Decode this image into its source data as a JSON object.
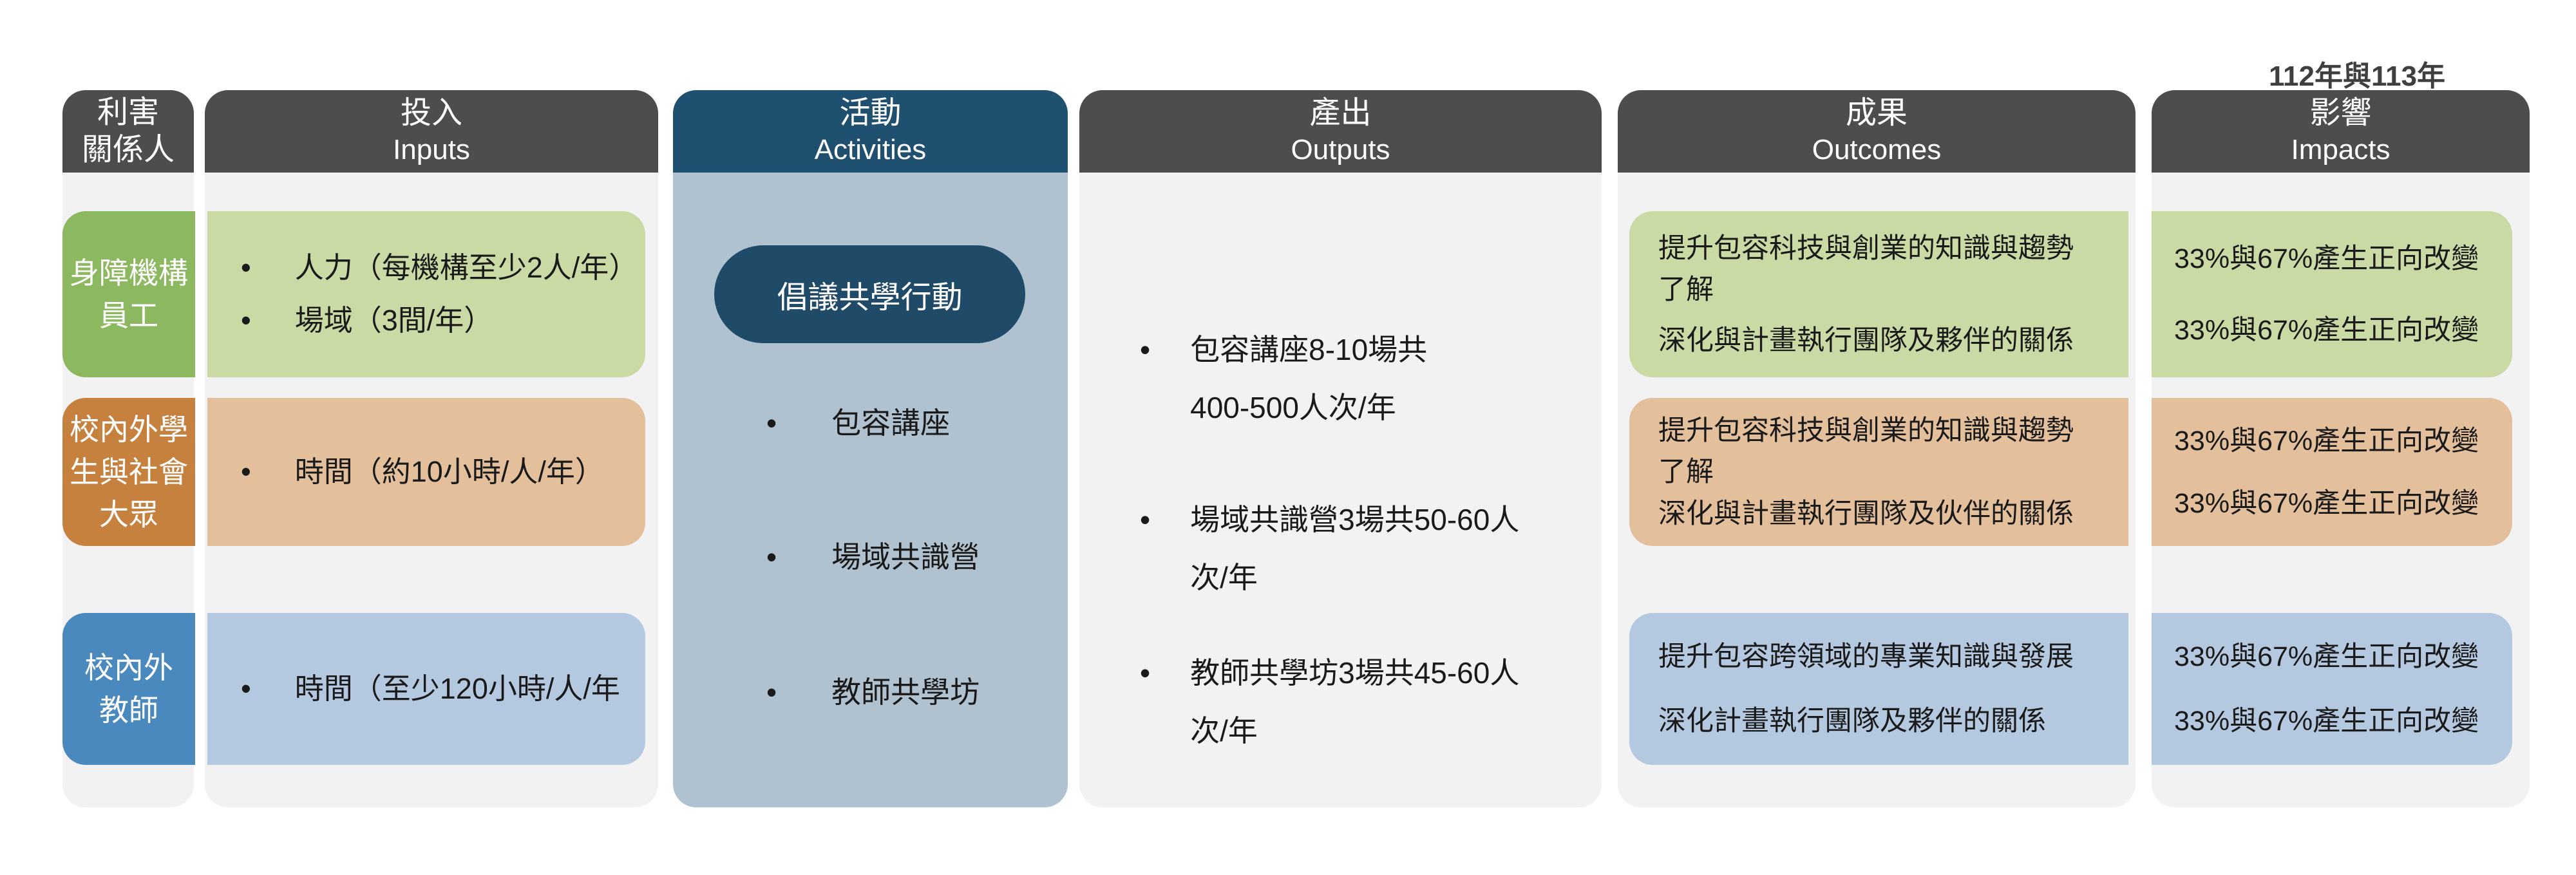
{
  "note_top_right": "112年與113年",
  "colors": {
    "header_bg": "#4D4D4D",
    "activities_header_bg": "#20506F",
    "activities_body_bg": "#B0C2CF",
    "pill_bg": "#1F4A68",
    "column_bg": "#F2F2F2"
  },
  "headers": {
    "stakeholders_line1": "利害",
    "stakeholders_line2": "關係人",
    "inputs_zh": "投入",
    "inputs_en": "Inputs",
    "activities_zh": "活動",
    "activities_en": "Activities",
    "outputs_zh": "產出",
    "outputs_en": "Outputs",
    "outcomes_zh": "成果",
    "outcomes_en": "Outcomes",
    "impacts_zh": "影響",
    "impacts_en": "Impacts"
  },
  "rows": [
    {
      "name": "disability-organization-staff",
      "stakeholder_lines": [
        "身障機構",
        "員工"
      ],
      "color_dark": "#8CB860",
      "color_light": "#C9DAA4",
      "inputs": [
        "人力（每機構至少2人/年）",
        "場域（3間/年）"
      ],
      "outcomes": [
        "提升包容科技與創業的知識與趨勢\n了解",
        "深化與計畫執行團隊及夥伴的關係"
      ],
      "impacts": [
        "33%與67%產生正向改變",
        "33%與67%產生正向改變"
      ]
    },
    {
      "name": "students-and-public",
      "stakeholder_lines": [
        "校內外學",
        "生與社會",
        "大眾"
      ],
      "color_dark": "#C7813E",
      "color_light": "#E3BF9B",
      "inputs": [
        "時間（約10小時/人/年）"
      ],
      "outcomes": [
        "提升包容科技與創業的知識與趨勢\n了解",
        "深化與計畫執行團隊及伙伴的關係"
      ],
      "impacts": [
        "33%與67%產生正向改變",
        "33%與67%產生正向改變"
      ]
    },
    {
      "name": "teachers",
      "stakeholder_lines": [
        "校內外",
        "教師"
      ],
      "color_dark": "#4A89BE",
      "color_light": "#B4C8E0",
      "inputs": [
        "時間（至少120小時/人/年"
      ],
      "outcomes": [
        "提升包容跨領域的專業知識與發展",
        "深化計畫執行團隊及夥伴的關係"
      ],
      "impacts": [
        "33%與67%產生正向改變",
        "33%與67%產生正向改變"
      ]
    }
  ],
  "activities": {
    "pill_label": "倡議共學行動",
    "items": [
      "包容講座",
      "場域共識營",
      "教師共學坊"
    ]
  },
  "outputs": {
    "items": [
      "包容講座8-10場共\n400-500人次/年",
      "場域共識營3場共50-60人\n次/年",
      "教師共學坊3場共45-60人\n次/年"
    ]
  }
}
